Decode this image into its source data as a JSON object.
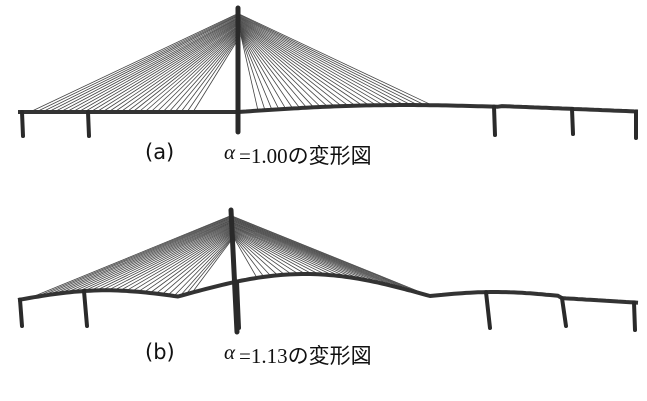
{
  "figures": [
    {
      "label": "(a)",
      "alpha_symbol": "α",
      "text": "=1.00の変形図",
      "alpha_value": 1.0
    },
    {
      "label": "(b)",
      "alpha_symbol": "α",
      "text": "=1.13の変形図",
      "alpha_value": 1.13
    }
  ]
}
